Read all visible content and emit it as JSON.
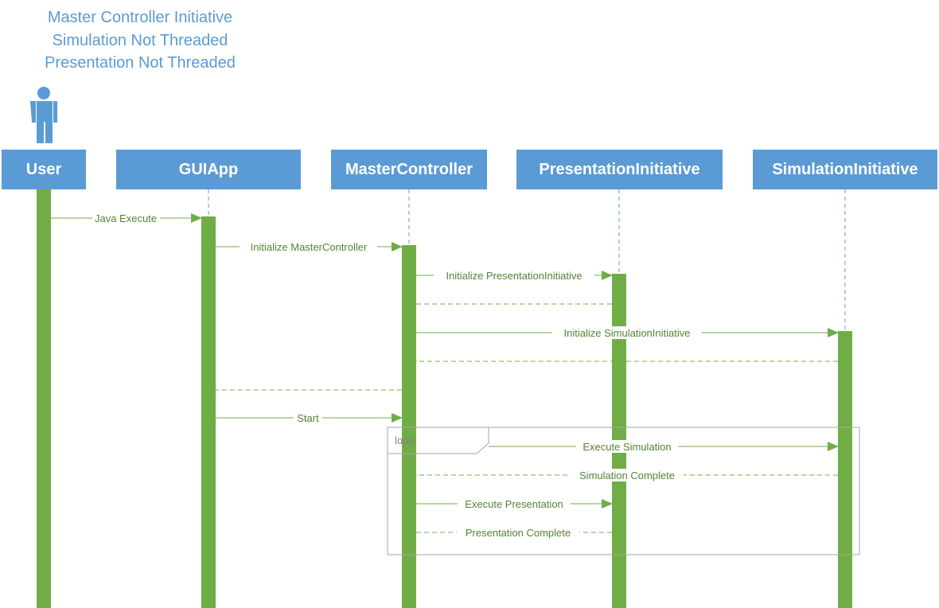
{
  "title_lines": [
    "Master Controller Initiative",
    "Simulation Not Threaded",
    "Presentation Not Threaded"
  ],
  "lifelines": [
    {
      "id": "user",
      "label": "User"
    },
    {
      "id": "guiapp",
      "label": "GUIApp"
    },
    {
      "id": "mastercontroller",
      "label": "MasterController"
    },
    {
      "id": "presentation",
      "label": "PresentationInitiative"
    },
    {
      "id": "simulation",
      "label": "SimulationInitiative"
    }
  ],
  "messages": [
    {
      "from": "user",
      "to": "guiapp",
      "label": "Java Execute",
      "kind": "call"
    },
    {
      "from": "guiapp",
      "to": "mastercontroller",
      "label": "Initialize MasterController",
      "kind": "call"
    },
    {
      "from": "mastercontroller",
      "to": "presentation",
      "label": "Initialize PresentationInitiative",
      "kind": "call"
    },
    {
      "from": "presentation",
      "to": "mastercontroller",
      "label": "",
      "kind": "return"
    },
    {
      "from": "mastercontroller",
      "to": "simulation",
      "label": "Initialize SimulationInitiative",
      "kind": "call"
    },
    {
      "from": "simulation",
      "to": "mastercontroller",
      "label": "",
      "kind": "return"
    },
    {
      "from": "mastercontroller",
      "to": "guiapp",
      "label": "",
      "kind": "return"
    },
    {
      "from": "guiapp",
      "to": "mastercontroller",
      "label": "Start",
      "kind": "call"
    },
    {
      "from": "mastercontroller",
      "to": "simulation",
      "label": "Execute Simulation",
      "kind": "call"
    },
    {
      "from": "simulation",
      "to": "mastercontroller",
      "label": "Simulation Complete",
      "kind": "return"
    },
    {
      "from": "mastercontroller",
      "to": "presentation",
      "label": "Execute Presentation",
      "kind": "call"
    },
    {
      "from": "presentation",
      "to": "mastercontroller",
      "label": "Presentation Complete",
      "kind": "return"
    }
  ],
  "loop_fragment": {
    "label": "loop"
  },
  "colors": {
    "title": "#5b9bd5",
    "header": "#5b9bd5",
    "header_text": "#ffffff",
    "activation": "#70ad47",
    "message": "#70ad47",
    "message_text": "#548235",
    "lifeline": "#5b9bd5",
    "frame": "#a6a6a6"
  },
  "icons": {
    "actor": "person-icon"
  }
}
